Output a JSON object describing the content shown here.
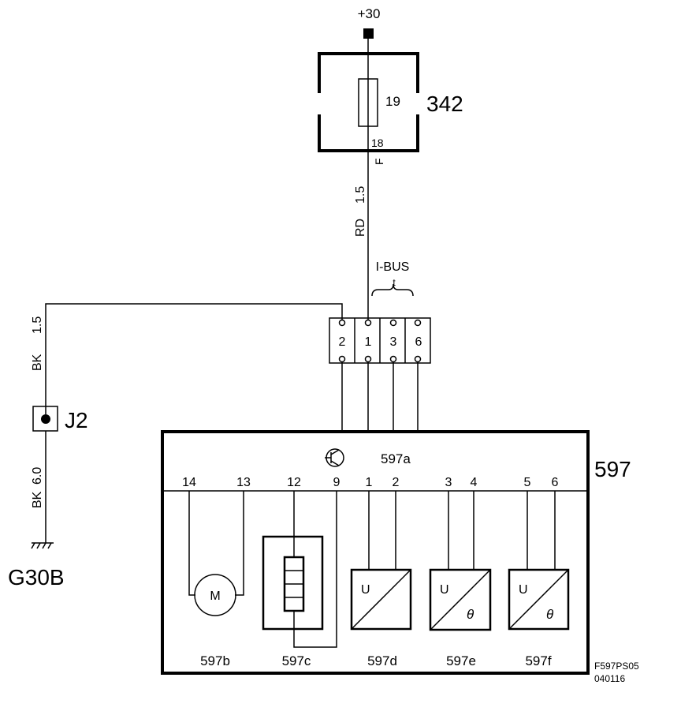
{
  "diagram": {
    "supply": "+30",
    "fuse_box": {
      "id": "342",
      "fuse": "19",
      "pin": "18",
      "pin_code": "F"
    },
    "feed_wire": {
      "color": "RD",
      "size": "1.5"
    },
    "bus_label": "I-BUS",
    "bus_small": "t",
    "connector_pins": [
      "2",
      "1",
      "3",
      "6"
    ],
    "ground_wire_upper": {
      "color": "BK",
      "size": "1.5"
    },
    "ground_wire_lower": {
      "color": "BK",
      "size": "6.0"
    },
    "splice": "J2",
    "ground": "G30B",
    "module": {
      "id": "597",
      "sub": "597a",
      "pins": [
        "14",
        "13",
        "12",
        "9",
        "1",
        "2",
        "3",
        "4",
        "5",
        "6"
      ],
      "components": [
        "597b",
        "597c",
        "597d",
        "597e",
        "597f"
      ],
      "motor_label": "M",
      "sensor_u": "U",
      "sensor_theta": "θ"
    },
    "ref_code": "F597PS05",
    "ref_date": "040116"
  }
}
